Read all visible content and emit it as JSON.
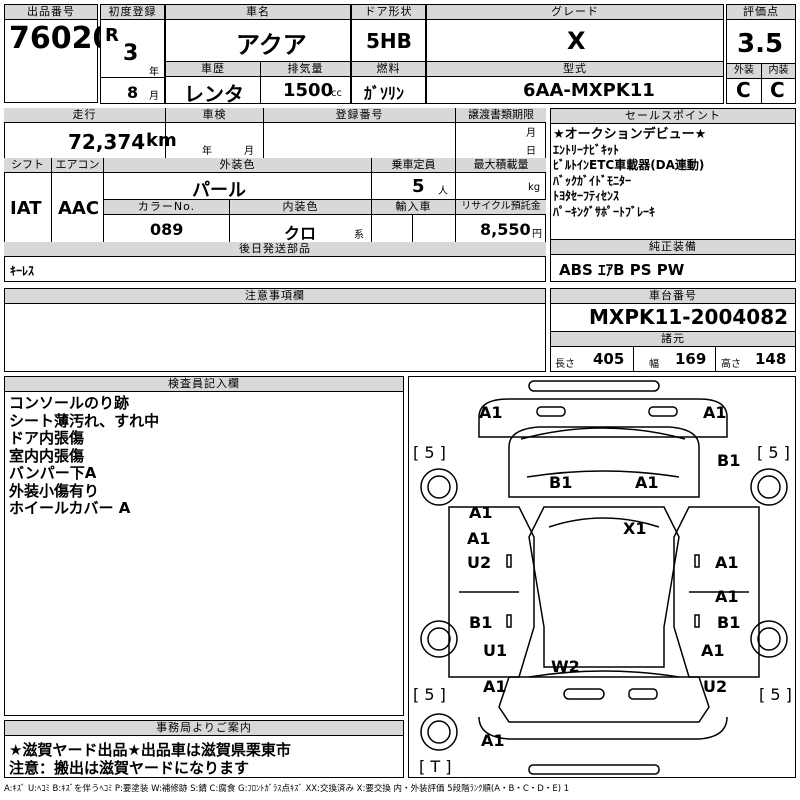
{
  "header": {
    "lot_label": "出品番号",
    "lot_value": "76020",
    "reg_label": "初度登録",
    "era": "R",
    "reg_year": "3",
    "year_unit": "年",
    "reg_month": "8",
    "month_unit": "月",
    "name_label": "車名",
    "name_value": "アクア",
    "history_label": "車歴",
    "history_value": "レンタ",
    "disp_label": "排気量",
    "disp_value": "1500",
    "disp_unit": "cc",
    "door_label": "ドア形状",
    "door_value": "5HB",
    "fuel_label": "燃料",
    "fuel_value": "ｶﾞｿﾘﾝ",
    "grade_label": "グレード",
    "grade_value": "X",
    "model_label": "型式",
    "model_value": "6AA-MXPK11",
    "score_label": "評価点",
    "score_value": "3.5",
    "ext_label": "外装",
    "ext_value": "C",
    "int_label": "内装",
    "int_value": "C"
  },
  "row2": {
    "mileage_label": "走行",
    "mileage_value": "72,374",
    "mileage_unit": "km",
    "inspection_label": "車検",
    "insp_year_unit": "年",
    "insp_month_unit": "月",
    "plate_label": "登録番号",
    "transfer_label": "譲渡書類期限",
    "trans_month_unit": "月",
    "trans_day_unit": "日",
    "shift_label": "シフト",
    "shift_value": "IAT",
    "ac_label": "エアコン",
    "ac_value": "AAC",
    "color_label": "外装色",
    "color_value": "パール",
    "capacity_label": "乗車定員",
    "capacity_value": "5",
    "capacity_unit": "人",
    "load_label": "最大積載量",
    "load_unit": "kg",
    "colorno_label": "カラーNo.",
    "colorno_value": "089",
    "interior_label": "内装色",
    "interior_value": "クロ",
    "interior_unit": "系",
    "import_label": "輸入車",
    "recycle_label": "リサイクル預託金",
    "recycle_value": "8,550",
    "recycle_unit": "円",
    "later_label": "後日発送部品",
    "later_value": "ｷｰﾚｽ"
  },
  "sales": {
    "label": "セールスポイント",
    "items": [
      "★オークションデビュー★",
      "ｴﾝﾄﾘｰﾅﾋﾞｷｯﾄ",
      "ﾋﾞﾙﾄｲﾝETC車載器(DA連動)",
      "ﾊﾞｯｸｶﾞｲﾄﾞﾓﾆﾀｰ",
      "ﾄﾖﾀｾｰﾌﾃｨｾﾝｽ",
      "ﾊﾟｰｷﾝｸﾞｻﾎﾟｰﾄﾌﾞﾚｰｷ"
    ],
    "equip_label": "純正装備",
    "equip_value": "ABS ｴｱB PS PW"
  },
  "notes": {
    "label": "注意事項欄"
  },
  "chassis": {
    "label": "車台番号",
    "value": "MXPK11-2004082",
    "spec_label": "諸元",
    "len_label": "長さ",
    "len_value": "405",
    "wid_label": "幅",
    "wid_value": "169",
    "hgt_label": "高さ",
    "hgt_value": "148"
  },
  "inspector": {
    "label": "検査員記入欄",
    "lines": [
      "コンソールのり跡",
      "シート薄汚れ、すれ中",
      "ドア内張傷",
      "室内内張傷",
      "バンパー下A",
      "外装小傷有り",
      "ホイールカバー A"
    ]
  },
  "office": {
    "label": "事務局よりご案内",
    "line1": "★滋賀ヤード出品★出品車は滋賀県栗東市",
    "line2": "注意：搬出は滋賀ヤードになります"
  },
  "legend": "A:ｷｽﾞ U:ﾍｺﾐ B:ｷｽﾞを伴うﾍｺﾐ P:要塗装 W:補修跡 S:錆 C:腐食 G:ﾌﾛﾝﾄｶﾞﾗｽ点ｷｽﾞ XX:交換済み X:要交換 内・外装評価 5段階ﾗﾝｸ順(A・B・C・D・E) 1",
  "diagram": {
    "tire_marks": [
      "[ 5 ]",
      "[ 5 ]",
      "[ 5 ]",
      "[ 5 ]",
      "[ T ]"
    ],
    "marks": [
      "A1",
      "A1",
      "B1",
      "B1",
      "A1",
      "X1",
      "A1",
      "U2",
      "A1",
      "A1",
      "B1",
      "B1",
      "U1",
      "A1",
      "A1",
      "W2",
      "A1",
      "U2",
      "A1"
    ]
  }
}
